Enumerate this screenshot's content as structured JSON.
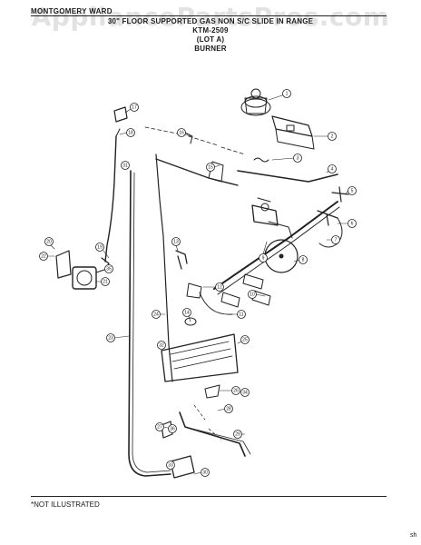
{
  "header": {
    "brand": "MONTGOMERY WARD",
    "line1": "30\" FLOOR SUPPORTED GAS NON S/C SLIDE IN RANGE",
    "line2": "KTM-2509",
    "line3": "(LOT A)",
    "line4": "BURNER"
  },
  "watermark": "AppliancePartsPros.com",
  "footnote": "*NOT ILLUSTRATED",
  "page_mark": "sh",
  "callouts": [
    "1",
    "2",
    "3",
    "4",
    "5",
    "6",
    "7",
    "8",
    "9",
    "10",
    "11",
    "12",
    "13",
    "14",
    "15",
    "16",
    "17",
    "18",
    "19",
    "20",
    "21",
    "22",
    "23",
    "24",
    "25",
    "26",
    "27",
    "28",
    "29",
    "30",
    "31",
    "32",
    "33",
    "34",
    "35",
    "36"
  ]
}
